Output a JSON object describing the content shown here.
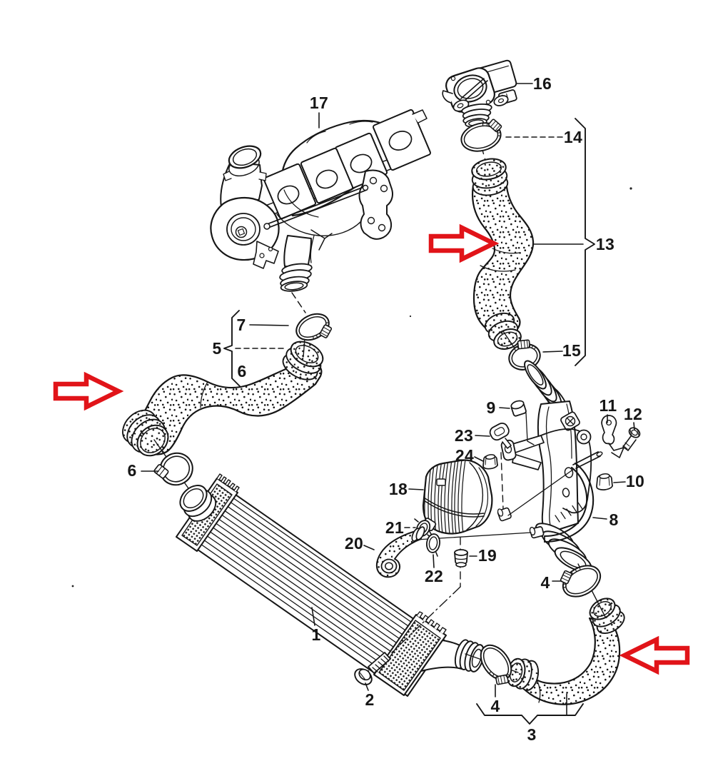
{
  "diagram": {
    "type": "exploded-parts-diagram",
    "background_color": "#ffffff",
    "line_color": "#161616",
    "highlight_color": "#e11419",
    "callouts": [
      {
        "label": "1",
        "part": "intercooler-charge-air-cooler"
      },
      {
        "label": "2",
        "part": "hex-bolt"
      },
      {
        "label": "3",
        "part": "charge-air-hose-lower-group"
      },
      {
        "label": "4",
        "part": "hose-clamp"
      },
      {
        "label": "4",
        "part": "hose-clamp"
      },
      {
        "label": "5",
        "part": "charge-air-hose-assembly"
      },
      {
        "label": "6",
        "part": "charge-air-hose"
      },
      {
        "label": "6",
        "part": "hose-clamp-band"
      },
      {
        "label": "7",
        "part": "hose-clamp"
      },
      {
        "label": "8",
        "part": "charge-air-pipe-bracket"
      },
      {
        "label": "9",
        "part": "cap"
      },
      {
        "label": "10",
        "part": "flange-nut"
      },
      {
        "label": "11",
        "part": "retaining-clip"
      },
      {
        "label": "12",
        "part": "screw"
      },
      {
        "label": "13",
        "part": "charge-air-hose-upper"
      },
      {
        "label": "14",
        "part": "hose-clamp"
      },
      {
        "label": "15",
        "part": "hose-clamp"
      },
      {
        "label": "16",
        "part": "throttle-valve-body"
      },
      {
        "label": "17",
        "part": "turbocharger-exhaust-manifold"
      },
      {
        "label": "18",
        "part": "air-guide-duct"
      },
      {
        "label": "19",
        "part": "rubber-buffer"
      },
      {
        "label": "20",
        "part": "breather-hose"
      },
      {
        "label": "21",
        "part": "spring-clip"
      },
      {
        "label": "22",
        "part": "spring-clip"
      },
      {
        "label": "23",
        "part": "retaining-clip"
      },
      {
        "label": "24",
        "part": "nut"
      }
    ],
    "arrows": [
      {
        "shape": "block-arrow",
        "direction": "right",
        "points_at": "charge-air-hose-upper"
      },
      {
        "shape": "block-arrow",
        "direction": "right",
        "points_at": "charge-air-hose-5"
      },
      {
        "shape": "block-arrow",
        "direction": "left",
        "points_at": "charge-air-hose-lower"
      }
    ]
  }
}
